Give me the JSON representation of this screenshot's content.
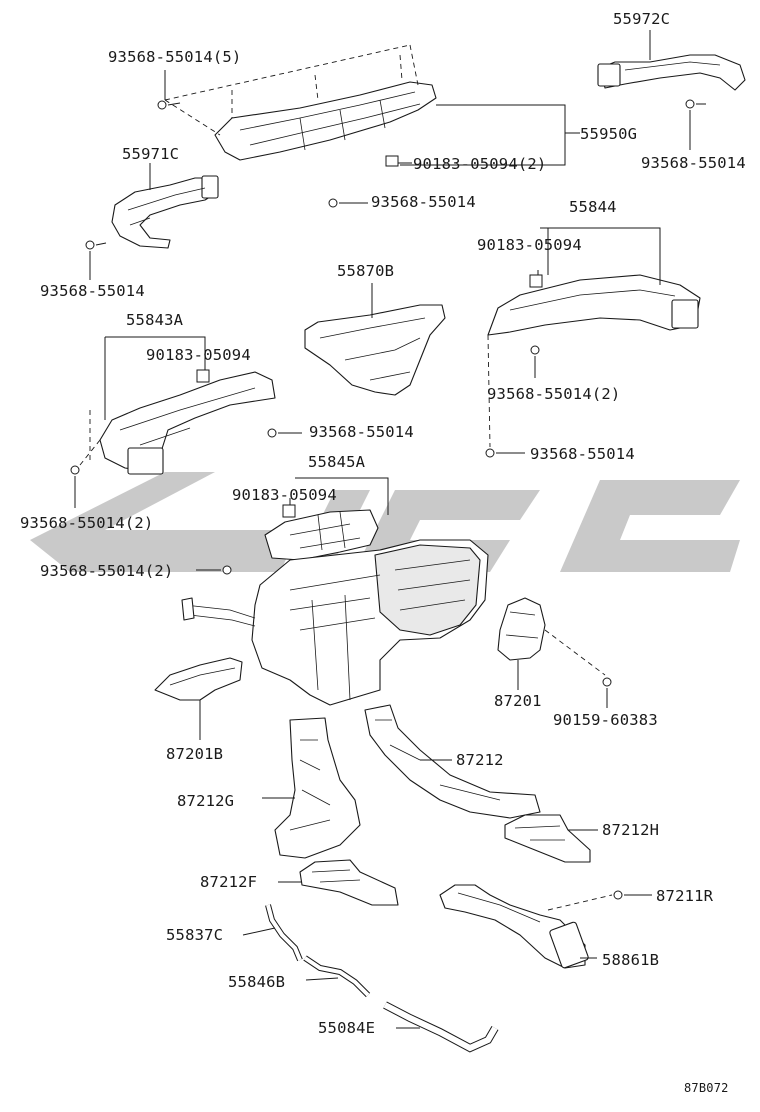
{
  "labels": {
    "p55972c": "55972C",
    "p93568_55014_5": "93568-55014(5)",
    "p55950g": "55950G",
    "p90183_05094_2": "90183-05094(2)",
    "p93568_55014_a": "93568-55014",
    "p55971c": "55971C",
    "p93568_55014_b": "93568-55014",
    "p93568_55014_c": "93568-55014",
    "p55844": "55844",
    "p90183_05094_a": "90183-05094",
    "p55870b": "55870B",
    "p55843a": "55843A",
    "p90183_05094_b": "90183-05094",
    "p93568_55014_2a": "93568-55014(2)",
    "p93568_55014_d": "93568-55014",
    "p93568_55014_e": "93568-55014",
    "p55845a": "55845A",
    "p90183_05094_c": "90183-05094",
    "p93568_55014_2b": "93568-55014(2)",
    "p93568_55014_2c": "93568-55014(2)",
    "p87201": "87201",
    "p90159_60383": "90159-60383",
    "p87201b": "87201B",
    "p87212": "87212",
    "p87212g": "87212G",
    "p87212h": "87212H",
    "p87212f": "87212F",
    "p87211r": "87211R",
    "p55837c": "55837C",
    "p58861b": "58861B",
    "p55846b": "55846B",
    "p55084e": "55084E",
    "diagram_code": "87B072"
  }
}
